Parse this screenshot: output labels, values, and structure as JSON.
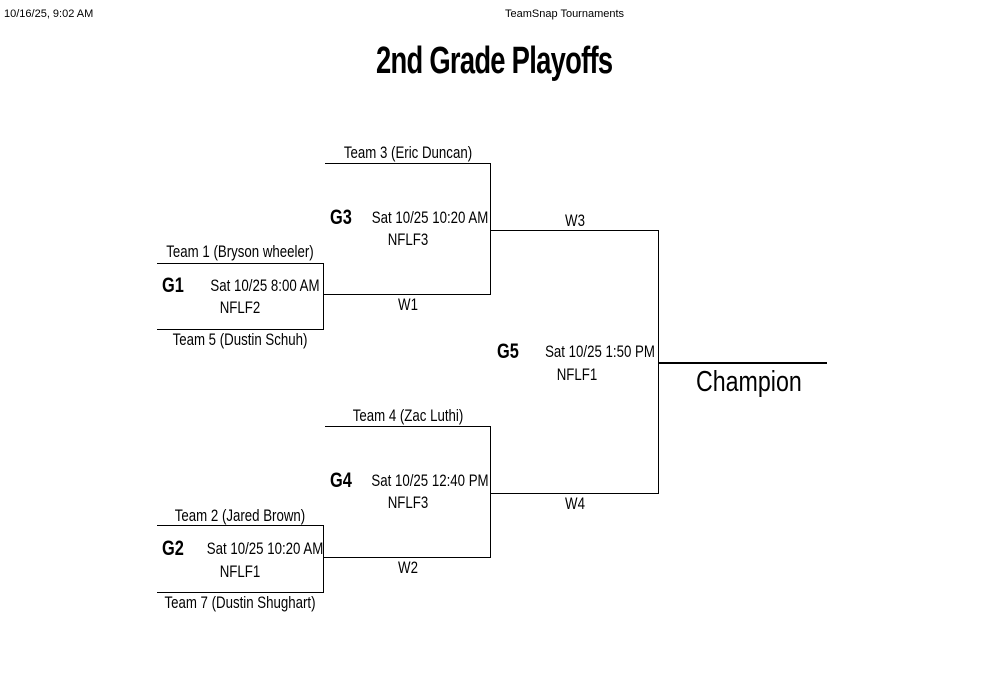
{
  "header": {
    "datetime": "10/16/25, 9:02 AM",
    "app_title": "TeamSnap Tournaments"
  },
  "title": "2nd Grade Playoffs",
  "games": {
    "g1": {
      "code": "G1",
      "time": "Sat 10/25  8:00 AM",
      "field": "NFLF2",
      "team_top": "Team 1 (Bryson wheeler)",
      "team_bottom": "Team 5 (Dustin Schuh)",
      "winner": "W1"
    },
    "g2": {
      "code": "G2",
      "time": "Sat 10/25  10:20 AM",
      "field": "NFLF1",
      "team_top": "Team 2 (Jared Brown)",
      "team_bottom": "Team 7 (Dustin Shughart)",
      "winner": "W2"
    },
    "g3": {
      "code": "G3",
      "time": "Sat 10/25  10:20 AM",
      "field": "NFLF3",
      "team_top": "Team 3 (Eric Duncan)",
      "winner": "W3"
    },
    "g4": {
      "code": "G4",
      "time": "Sat 10/25  12:40 PM",
      "field": "NFLF3",
      "team_top": "Team 4 (Zac Luthi)",
      "winner": "W4"
    },
    "g5": {
      "code": "G5",
      "time": "Sat 10/25  1:50 PM",
      "field": "NFLF1"
    }
  },
  "champion_label": "Champion"
}
